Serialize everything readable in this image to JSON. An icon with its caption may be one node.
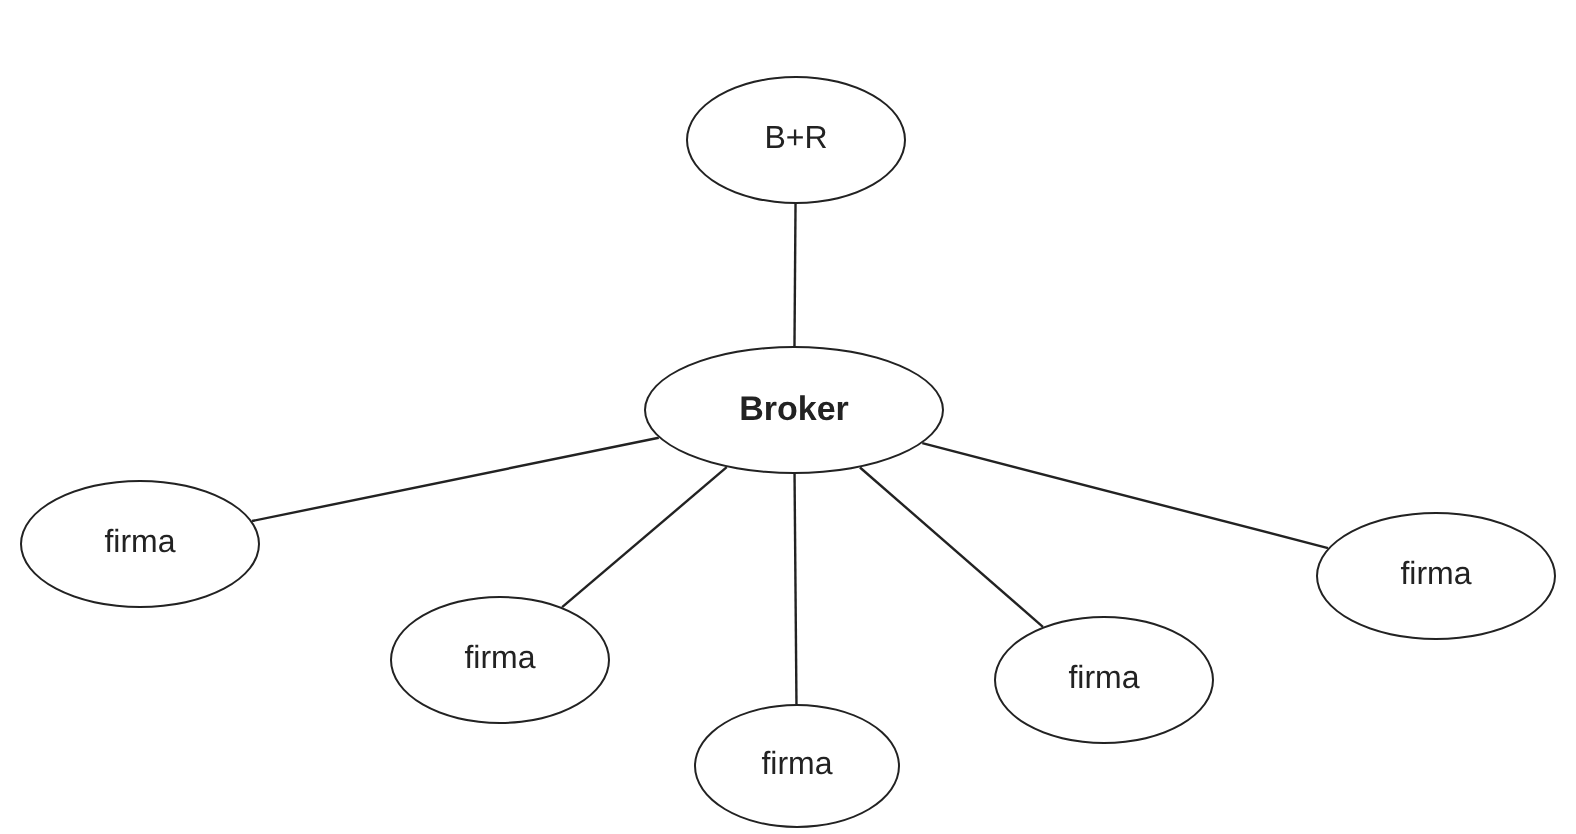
{
  "diagram": {
    "nodes": [
      {
        "text": [
          "B+R"
        ]
      },
      {
        "text": [
          "Broker"
        ]
      },
      {
        "text": [
          "firma"
        ]
      },
      {
        "text": [
          "firma"
        ]
      },
      {
        "text": [
          "firma"
        ]
      },
      {
        "text": [
          "firma"
        ]
      },
      {
        "text": [
          "firma"
        ]
      }
    ],
    "edges": [
      {
        "from": 0,
        "to": 1,
        "arrow": "none"
      },
      {
        "from": 1,
        "to": 2,
        "arrow": "none"
      },
      {
        "from": 1,
        "to": 3,
        "arrow": "none"
      },
      {
        "from": 1,
        "to": 4,
        "arrow": "none"
      },
      {
        "from": 1,
        "to": 5,
        "arrow": "none"
      },
      {
        "from": 1,
        "to": 6,
        "arrow": "none"
      }
    ]
  }
}
